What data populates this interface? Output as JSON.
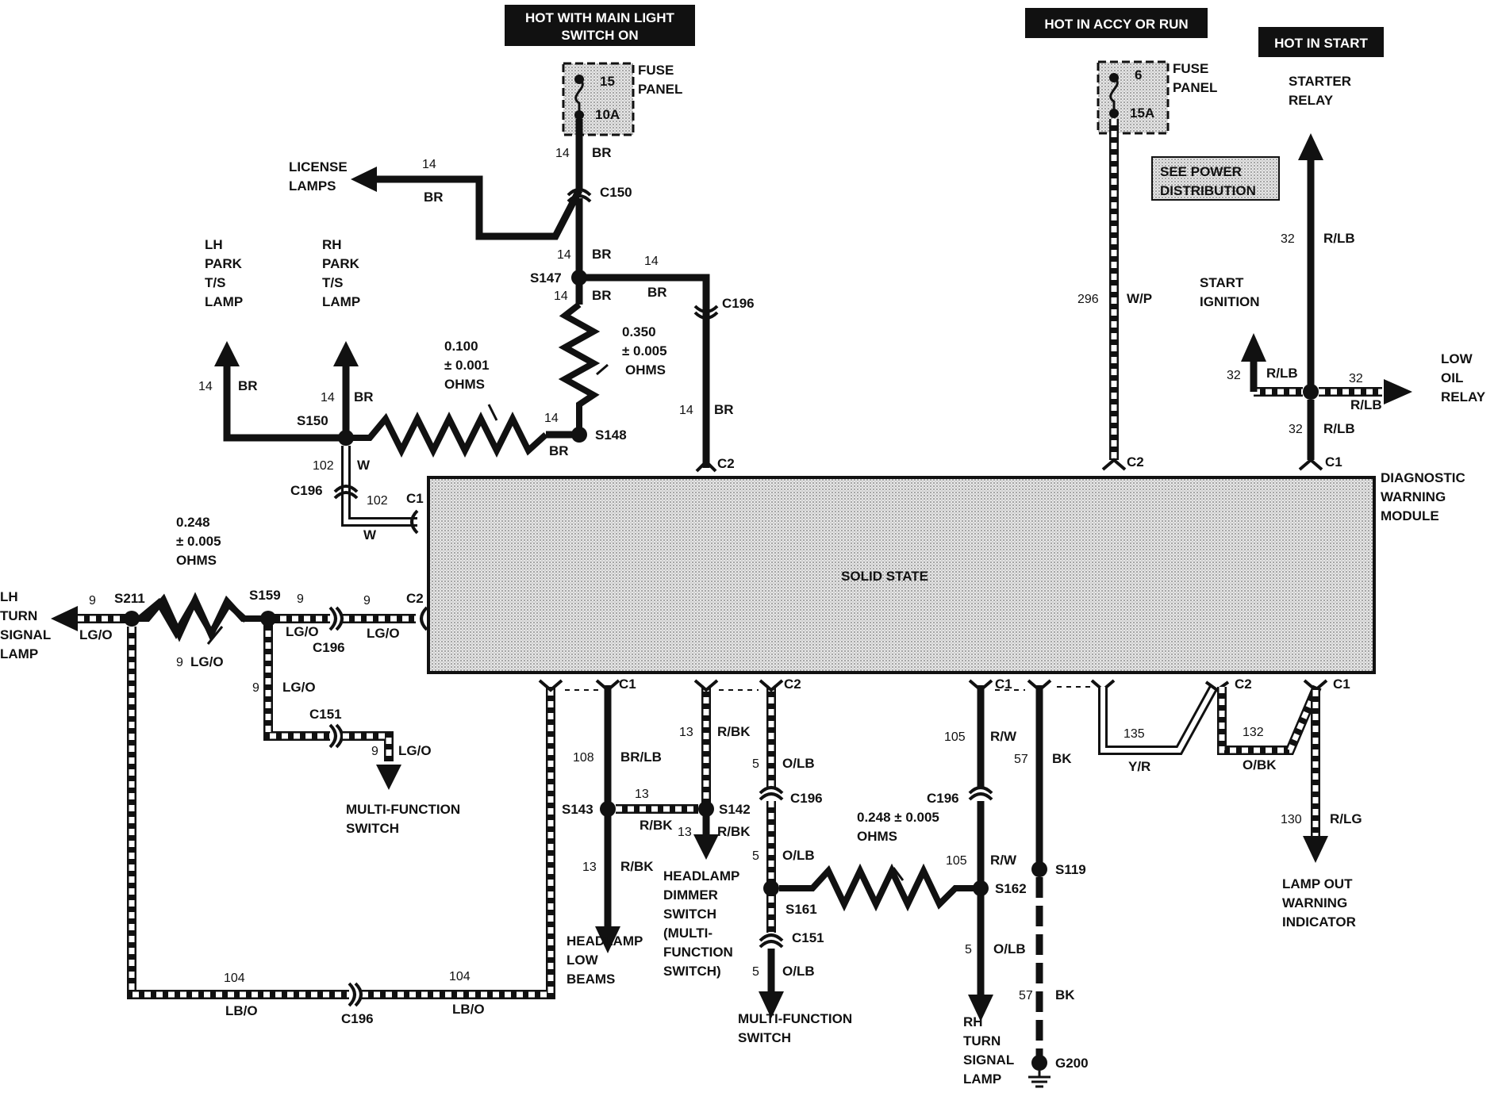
{
  "headers": {
    "main_light": [
      "HOT WITH MAIN LIGHT",
      "SWITCH ON"
    ],
    "accy_run": "HOT IN ACCY OR RUN",
    "start": "HOT IN START"
  },
  "fuse_left": {
    "number": "15",
    "rating": "10A",
    "label": [
      "FUSE",
      "PANEL"
    ]
  },
  "fuse_right": {
    "number": "6",
    "rating": "15A",
    "label": [
      "FUSE",
      "PANEL"
    ]
  },
  "see_power": [
    "SEE POWER",
    "DISTRIBUTION"
  ],
  "module": {
    "center": "SOLID STATE",
    "name": [
      "DIAGNOSTIC",
      "WARNING",
      "MODULE"
    ]
  },
  "components": {
    "license_lamps": [
      "LICENSE",
      "LAMPS"
    ],
    "lh_park": [
      "LH",
      "PARK",
      "T/S",
      "LAMP"
    ],
    "rh_park": [
      "RH",
      "PARK",
      "T/S",
      "LAMP"
    ],
    "lh_turn": [
      "LH",
      "TURN",
      "SIGNAL",
      "LAMP"
    ],
    "starter_relay": [
      "STARTER",
      "RELAY"
    ],
    "start_ignition": [
      "START",
      "IGNITION"
    ],
    "low_oil": [
      "LOW",
      "OIL",
      "RELAY"
    ],
    "multi_func_1": [
      "MULTI-FUNCTION",
      "SWITCH"
    ],
    "headlamp_low": [
      "HEADLAMP",
      "LOW",
      "BEAMS"
    ],
    "dimmer": [
      "HEADLAMP",
      "DIMMER",
      "SWITCH",
      "(MULTI-",
      "FUNCTION",
      "SWITCH)"
    ],
    "multi_func_2": [
      "MULTI-FUNCTION",
      "SWITCH"
    ],
    "rh_turn": [
      "RH",
      "TURN",
      "SIGNAL",
      "LAMP"
    ],
    "lamp_out": [
      "LAMP OUT",
      "WARNING",
      "INDICATOR"
    ]
  },
  "resistors": {
    "r1": [
      "0.100",
      "± 0.001",
      "OHMS"
    ],
    "r2": [
      "0.350",
      "± 0.005",
      "OHMS"
    ],
    "r3": [
      "0.248",
      "± 0.005",
      "OHMS"
    ],
    "r4": [
      "0.248 ± 0.005",
      "OHMS"
    ]
  },
  "connectors": {
    "c150": "C150",
    "c196": "C196",
    "c151": "C151",
    "c1": "C1",
    "c2": "C2",
    "g200": "G200"
  },
  "splices": {
    "s147": "S147",
    "s148": "S148",
    "s150": "S150",
    "s211": "S211",
    "s159": "S159",
    "s143": "S143",
    "s142": "S142",
    "s161": "S161",
    "s162": "S162",
    "s119": "S119"
  },
  "wires": {
    "w14": "14",
    "br": "BR",
    "w102": "102",
    "w": "W",
    "w9": "9",
    "lgo": "LG/O",
    "w104": "104",
    "lbo": "LB/O",
    "w296": "296",
    "wp": "W/P",
    "w32": "32",
    "rlb": "R/LB",
    "w108": "108",
    "brlb": "BR/LB",
    "w13": "13",
    "rbk": "R/BK",
    "w5": "5",
    "olb": "O/LB",
    "w105": "105",
    "rw": "R/W",
    "w57": "57",
    "bk": "BK",
    "w135": "135",
    "yr": "Y/R",
    "w132": "132",
    "obk": "O/BK",
    "w130": "130",
    "rlg": "R/LG"
  }
}
